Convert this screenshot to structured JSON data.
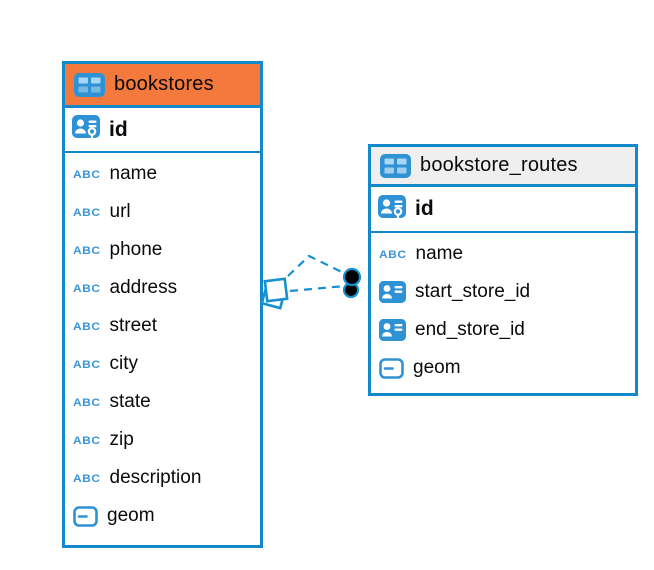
{
  "diagram": {
    "type": "entity-relationship",
    "background": "#ffffff"
  },
  "colors": {
    "accent_blue": "#1189cb",
    "icon_blue": "#2e92d4",
    "icon_cell_light_blue": "#a9d6f2",
    "selected_header_orange": "#f4793c",
    "header_gray": "#efefef",
    "text_black": "#0a0a0a",
    "abc_type_blue": "#3c96d3",
    "connector_blue": "#1590d0"
  },
  "icons": {
    "text_type_label": "ABC"
  },
  "tables": [
    {
      "name": "bookstores",
      "header_color": "#f4793c",
      "selected": true,
      "primary_key": {
        "name": "id"
      },
      "columns": [
        {
          "name": "name",
          "type_icon": "abc"
        },
        {
          "name": "url",
          "type_icon": "abc"
        },
        {
          "name": "phone",
          "type_icon": "abc"
        },
        {
          "name": "address",
          "type_icon": "abc"
        },
        {
          "name": "street",
          "type_icon": "abc"
        },
        {
          "name": "city",
          "type_icon": "abc"
        },
        {
          "name": "state",
          "type_icon": "abc"
        },
        {
          "name": "zip",
          "type_icon": "abc"
        },
        {
          "name": "description",
          "type_icon": "abc"
        },
        {
          "name": "geom",
          "type_icon": "geometry"
        }
      ]
    },
    {
      "name": "bookstore_routes",
      "header_color": "#efefef",
      "selected": false,
      "primary_key": {
        "name": "id"
      },
      "columns": [
        {
          "name": "name",
          "type_icon": "abc"
        },
        {
          "name": "start_store_id",
          "type_icon": "reference"
        },
        {
          "name": "end_store_id",
          "type_icon": "reference"
        },
        {
          "name": "geom",
          "type_icon": "geometry"
        }
      ]
    }
  ],
  "relationships": [
    {
      "from_table": "bookstores",
      "from_column": "id",
      "to_table": "bookstore_routes",
      "to_column": "start_store_id",
      "style": "dashed"
    },
    {
      "from_table": "bookstores",
      "from_column": "id",
      "to_table": "bookstore_routes",
      "to_column": "end_store_id",
      "style": "dashed"
    }
  ]
}
